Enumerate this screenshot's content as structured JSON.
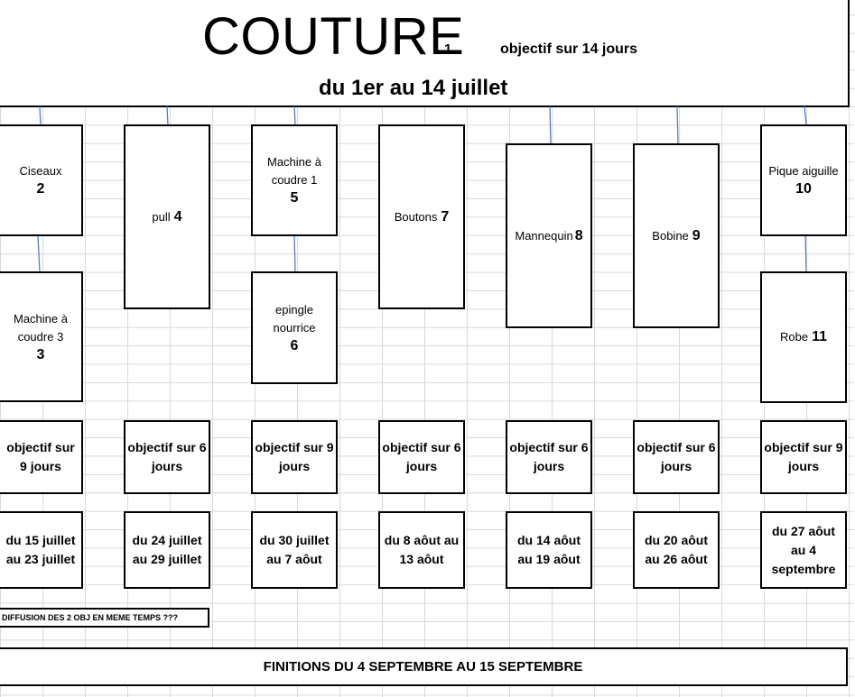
{
  "header": {
    "title": "COUTURE",
    "number": "1",
    "goal": "objectif sur 14 jours",
    "dates": "du 1er au 14 juillet"
  },
  "items": [
    {
      "label": "Ciseaux",
      "number": "2"
    },
    {
      "label": "Machine à coudre 3",
      "number": "3"
    },
    {
      "label": "pull",
      "number": "4"
    },
    {
      "label": "Machine à coudre 1",
      "number": "5"
    },
    {
      "label": "epingle nourrice",
      "number": "6"
    },
    {
      "label": "Boutons",
      "number": "7"
    },
    {
      "label": "Mannequin",
      "number": "8"
    },
    {
      "label": "Bobine",
      "number": "9"
    },
    {
      "label": "Pique aiguille",
      "number": "10"
    },
    {
      "label": "Robe",
      "number": "11"
    }
  ],
  "columns": [
    {
      "goal": "objectif sur 9 jours",
      "period": "du 15 juillet au 23 juillet"
    },
    {
      "goal": "objectif sur 6 jours",
      "period": "du 24 juillet au 29 juillet"
    },
    {
      "goal": "objectif sur 9 jours",
      "period": "du 30 juillet au 7 aôut"
    },
    {
      "goal": "objectif sur 6 jours",
      "period": "du 8 aôut au 13 aôut"
    },
    {
      "goal": "objectif sur 6 jours",
      "period": "du 14 aôut au 19  aôut"
    },
    {
      "goal": "objectif sur 6 jours",
      "period": "du 20 aôut au 26 aôut"
    },
    {
      "goal": "objectif sur 9 jours",
      "period": "du 27 aôut au 4 septembre"
    }
  ],
  "note": "DIFFUSION DES 2 OBJ EN MEME TEMPS ???",
  "footer": "FINITIONS DU 4 SEPTEMBRE AU 15 SEPTEMBRE"
}
